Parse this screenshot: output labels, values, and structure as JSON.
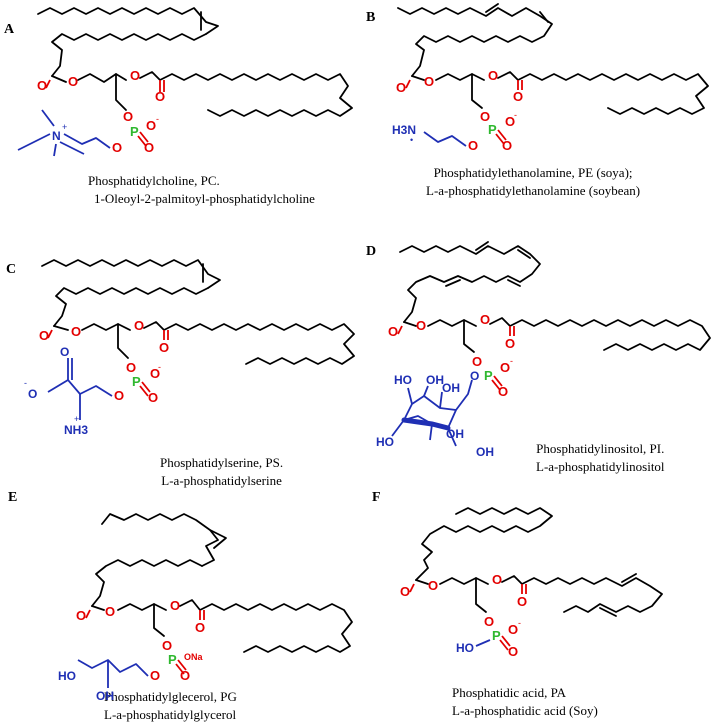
{
  "panels": [
    {
      "letter": "A",
      "caption1": "Phosphatidylcholine, PC.",
      "caption2": "1-Oleoyl-2-palmitoyl-phosphatidylcholine"
    },
    {
      "letter": "B",
      "caption1": "Phosphatidylethanolamine, PE (soya);",
      "caption2": "L-a-phosphatidylethanolamine (soybean)"
    },
    {
      "letter": "C",
      "caption1": "Phosphatidylserine, PS.",
      "caption2": "L-a-phosphatidylserine"
    },
    {
      "letter": "D",
      "caption1": "Phosphatidylinositol, PI.",
      "caption2": "L-a-phosphatidylinositol"
    },
    {
      "letter": "E",
      "caption1": "Phosphatidylglecerol, PG",
      "caption2": "L-a-phosphatidylglycerol"
    },
    {
      "letter": "F",
      "caption1": "Phosphatidic acid, PA",
      "caption2": "L-a-phosphatidic acid (Soy)"
    }
  ],
  "atoms": {
    "oxygen": "O",
    "phosphorus": "P",
    "nitrogen": "N",
    "amine_b": "H3N",
    "amine_c": "NH3",
    "hydroxyl": "OH",
    "hydroxyl_left": "HO",
    "sodium": "ONa",
    "plus": "+",
    "minus": "-",
    "dot": "•"
  },
  "colors": {
    "oxygen": "#e30000",
    "phosphorus": "#2fb82f",
    "headgroup": "#1f2fb4",
    "bond": "#000000"
  }
}
